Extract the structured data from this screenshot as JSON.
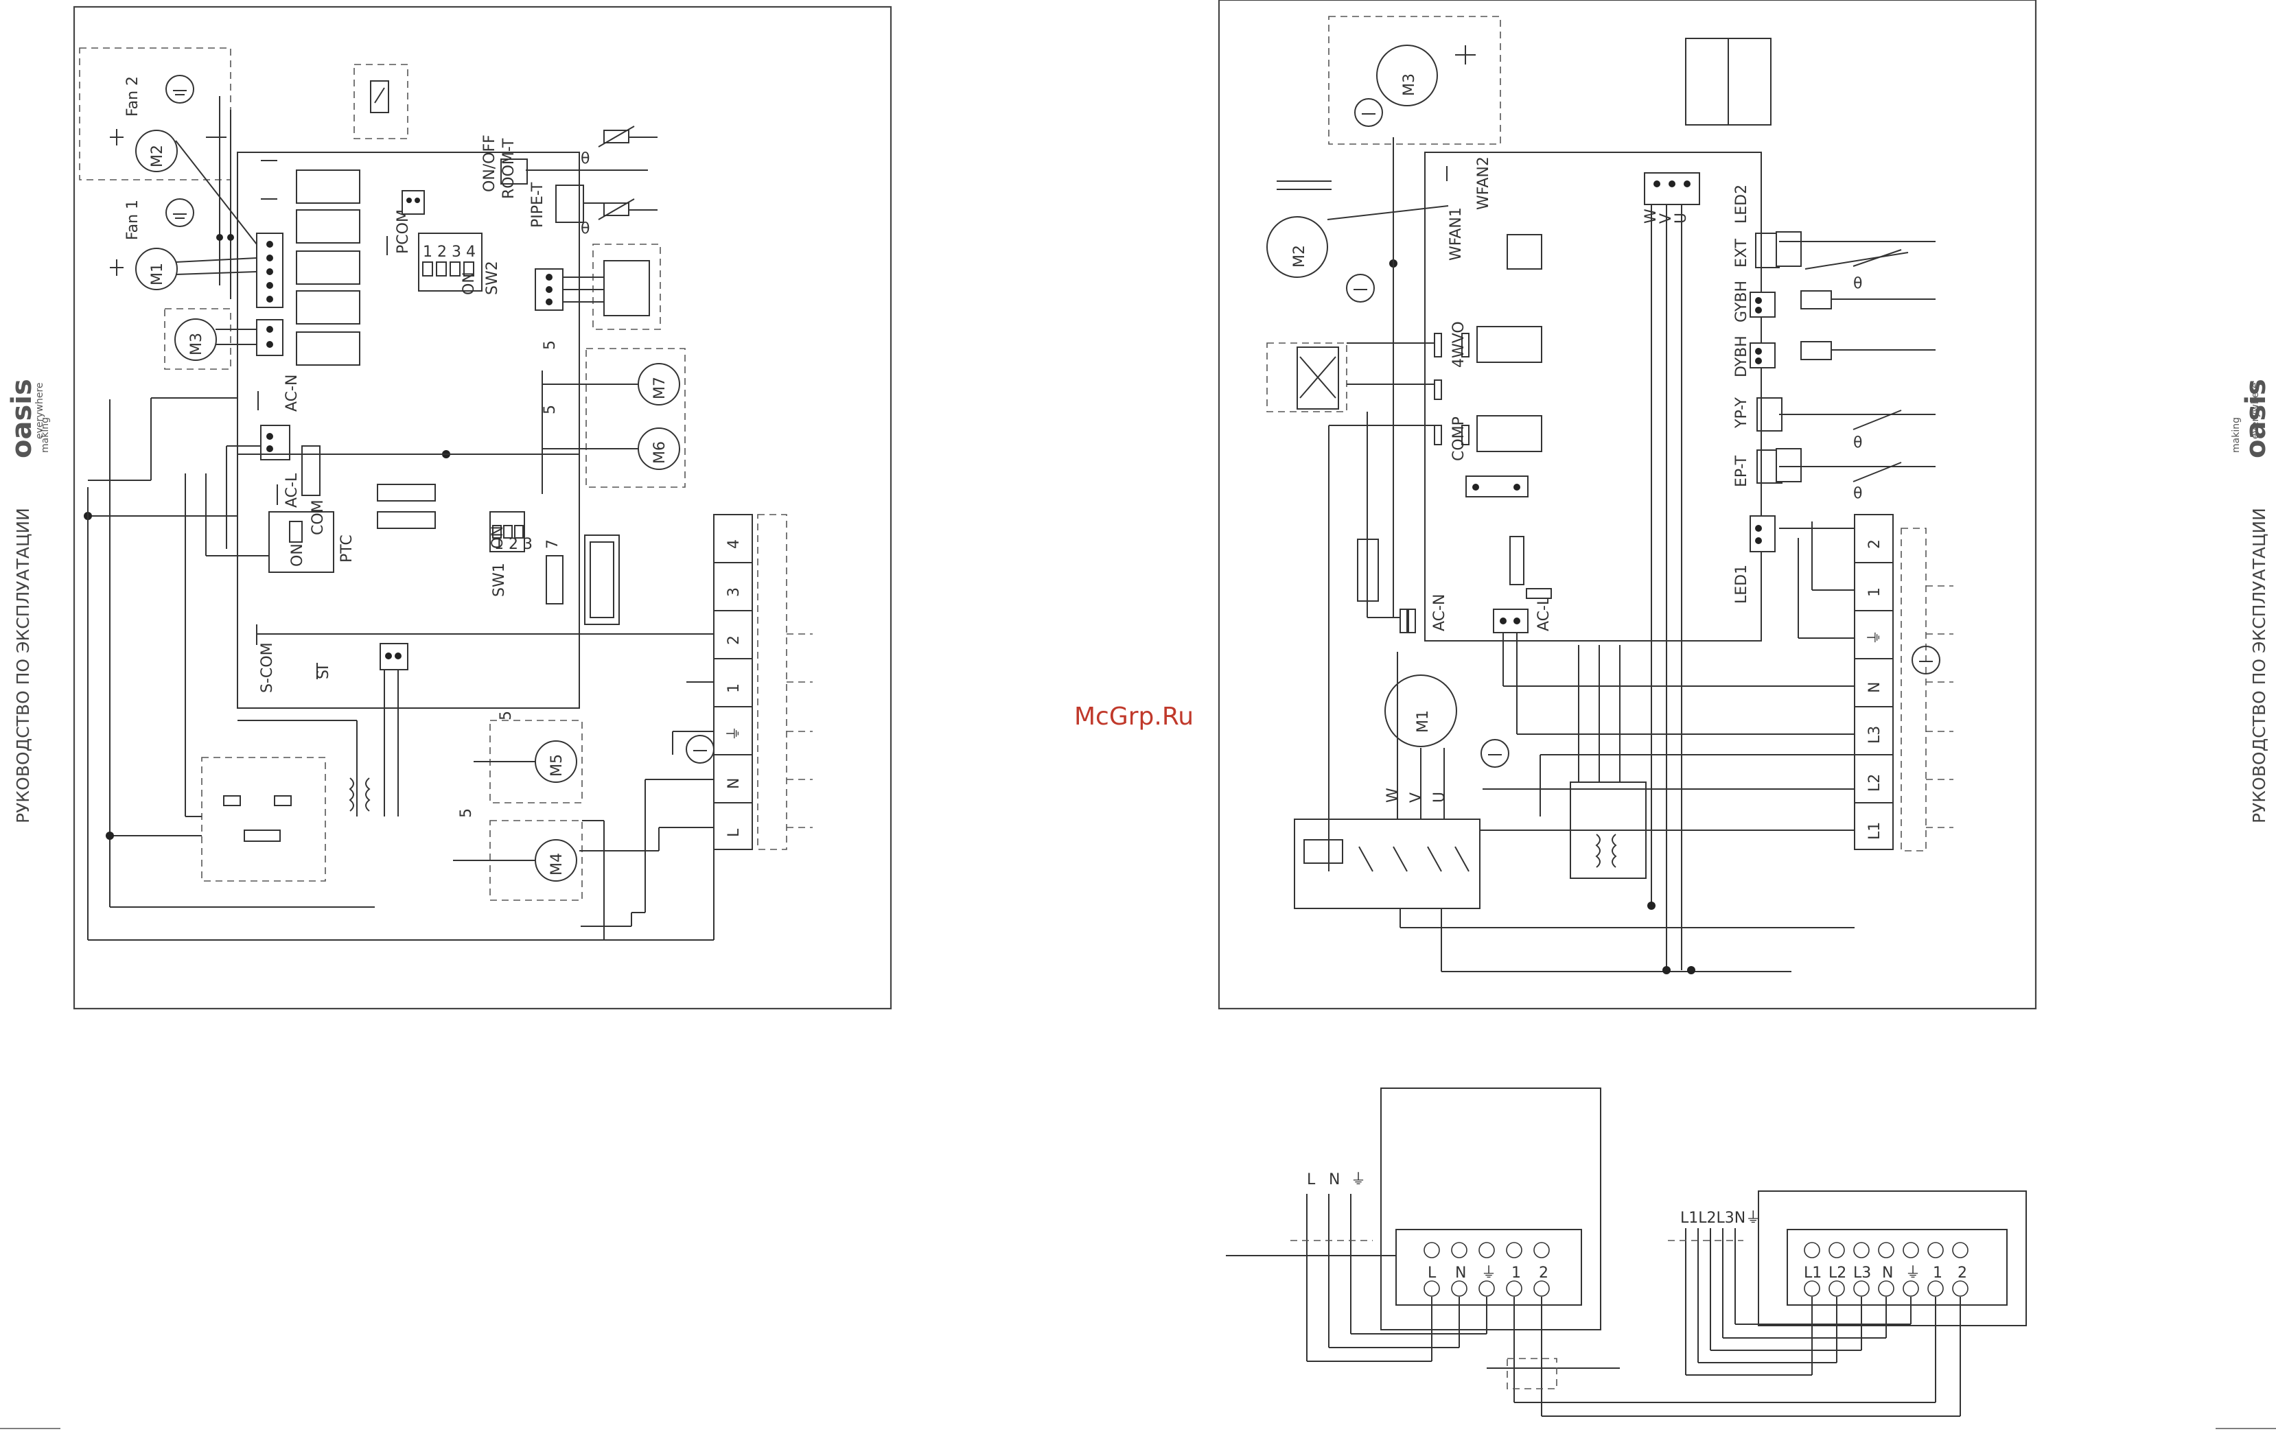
{
  "side_left": {
    "manual_title": "РУКОВОДСТВО ПО ЭКСПЛУАТАЦИИ",
    "brand": "oasis",
    "brand_top": "making",
    "brand_bottom": "everywhere"
  },
  "side_right": {
    "manual_title": "РУКОВОДСТВО ПО ЭКСПЛУАТАЦИИ",
    "brand": "oasis",
    "brand_top": "making",
    "brand_bottom": "everywhere"
  },
  "watermark": "McGrp.Ru",
  "diagram_left": {
    "fan2": "Fan 2",
    "fan1": "Fan 1",
    "m1": "M1",
    "m2": "M2",
    "m3": "M3",
    "m4": "M4",
    "m5": "M5",
    "m6": "M6",
    "m7": "M7",
    "ac_n": "AC-N",
    "ac_l": "AC-L",
    "ptc": "PTC",
    "ptc_on": "ON",
    "ptc_com": "COM",
    "pcom": "PCOM",
    "sw2": "SW2",
    "sw2_on": "ON",
    "sw2_nums": "1 2 3 4",
    "sw1": "SW1",
    "sw1_on": "ON",
    "sw1_nums": "1 2 3",
    "room_t": "ROOM-T",
    "on_off": "ON/OFF",
    "pipe_t": "PIPE-T",
    "theta": "θ",
    "theta2": "θ",
    "s_com": "S-COM",
    "si": "SI",
    "wire5a": "5",
    "wire5b": "5",
    "wire5c": "5",
    "wire5d": "5",
    "wire7": "7",
    "terminals": [
      "L",
      "N",
      "⏚",
      "1",
      "2",
      "3",
      "4"
    ]
  },
  "diagram_right": {
    "m1": "M1",
    "m2": "M2",
    "m3": "M3",
    "wfan1": "WFAN1",
    "wfan2": "WFAN2",
    "wvo": "4WVO",
    "comp": "COMP",
    "ac_n": "AC-N",
    "ac_l": "AC-L",
    "led1": "LED1",
    "led2": "LED2",
    "ext": "EXT",
    "gybh": "GYBH",
    "dybh": "DYBH",
    "yp_y": "YP-Y",
    "ep_t": "EP-T",
    "w": "W",
    "v": "V",
    "u": "U",
    "mw": "W",
    "mv": "V",
    "mu": "U",
    "theta1": "θ",
    "theta2": "θ",
    "theta3": "θ",
    "terminals": [
      "L1",
      "L2",
      "L3",
      "N",
      "⏚",
      "1",
      "2"
    ]
  },
  "wiring_bottom": {
    "left_labels": [
      "L",
      "N",
      "⏚"
    ],
    "left_term": [
      "L",
      "N",
      "⏚",
      "1",
      "2"
    ],
    "right_labels": "L1L2L3N⏚",
    "right_term": [
      "L1",
      "L2",
      "L3",
      "N",
      "⏚",
      "1",
      "2"
    ]
  }
}
